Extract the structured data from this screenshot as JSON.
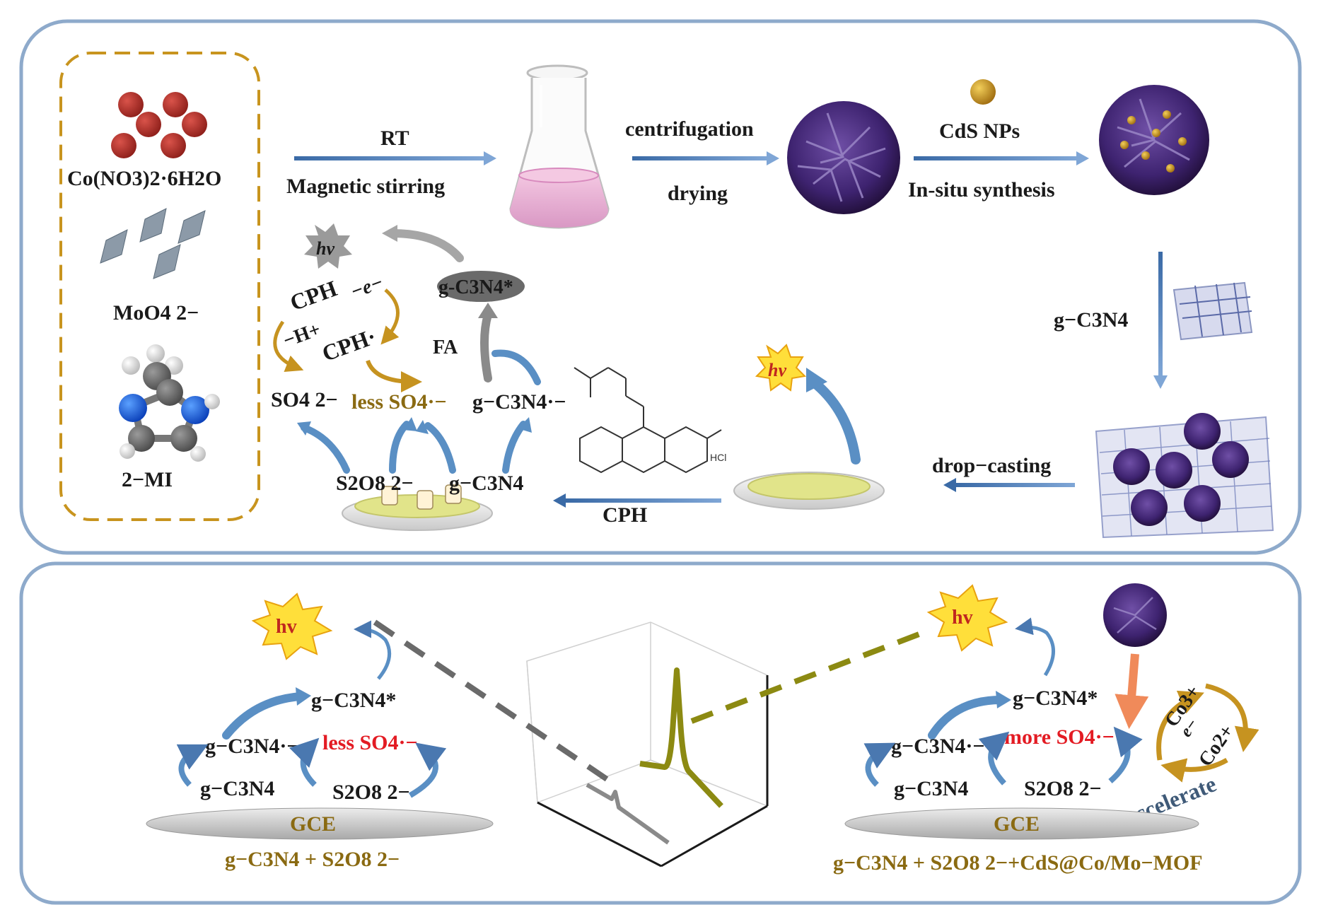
{
  "colors": {
    "panel_border": "#8eaacb",
    "precursor_box": "#c8941e",
    "arrow_blue": "#4a78b0",
    "mof_purple": "#4b2a7a",
    "cds_gold": "#c69320",
    "electrode_film": "#e1e48a",
    "weak_signal": "#8a8a8a",
    "strong_signal": "#8c8a12",
    "red_text": "#e31b23",
    "gold_text": "#8a6a12"
  },
  "top": {
    "precursors": {
      "co_salt": "Co(NO3)2·6H2O",
      "molybdate": "MoO4 2−",
      "ligand": "2−MI"
    },
    "step1": {
      "above": "RT",
      "below": "Magnetic stirring"
    },
    "step2": {
      "above": "centrifugation",
      "below": "drying"
    },
    "step3": {
      "above": "CdS NPs",
      "below": "In-situ synthesis"
    },
    "step4": {
      "side": "g−C3N4"
    },
    "step5": {
      "above": "drop−casting"
    },
    "step6": {
      "below": "CPH"
    },
    "hv": "hv",
    "hv_italic": "hv",
    "reagent_salt": "HCl",
    "mechanism": {
      "excited": "g-C3N4*",
      "cph": "CPH",
      "minus_e": "−e−",
      "minus_h": "−H+",
      "cph_radical": "CPH·",
      "fa": "FA",
      "sulfate": "SO4 2−",
      "less_sulfate_radical": "less SO4·−",
      "anion_radical": "g−C3N4·−",
      "persulfate": "S2O8 2−",
      "gcn": "g−C3N4"
    }
  },
  "bottom": {
    "left": {
      "hv": "hv",
      "excited": "g−C3N4*",
      "anion_radical": "g−C3N4·−",
      "radical_label": "less SO4·−",
      "gcn": "g−C3N4",
      "persulfate": "S2O8 2−",
      "electrode": "GCE",
      "system": "g−C3N4 + S2O8 2−"
    },
    "right": {
      "hv": "hv",
      "excited": "g−C3N4*",
      "anion_radical": "g−C3N4·−",
      "radical_label": "more SO4·−",
      "gcn": "g−C3N4",
      "persulfate": "S2O8 2−",
      "co3": "Co3+",
      "electron": "e−",
      "co2": "Co2+",
      "accelerate": "accelerate",
      "electrode": "GCE",
      "system": "g−C3N4 + S2O8 2−+CdS@Co/Mo−MOF"
    }
  }
}
